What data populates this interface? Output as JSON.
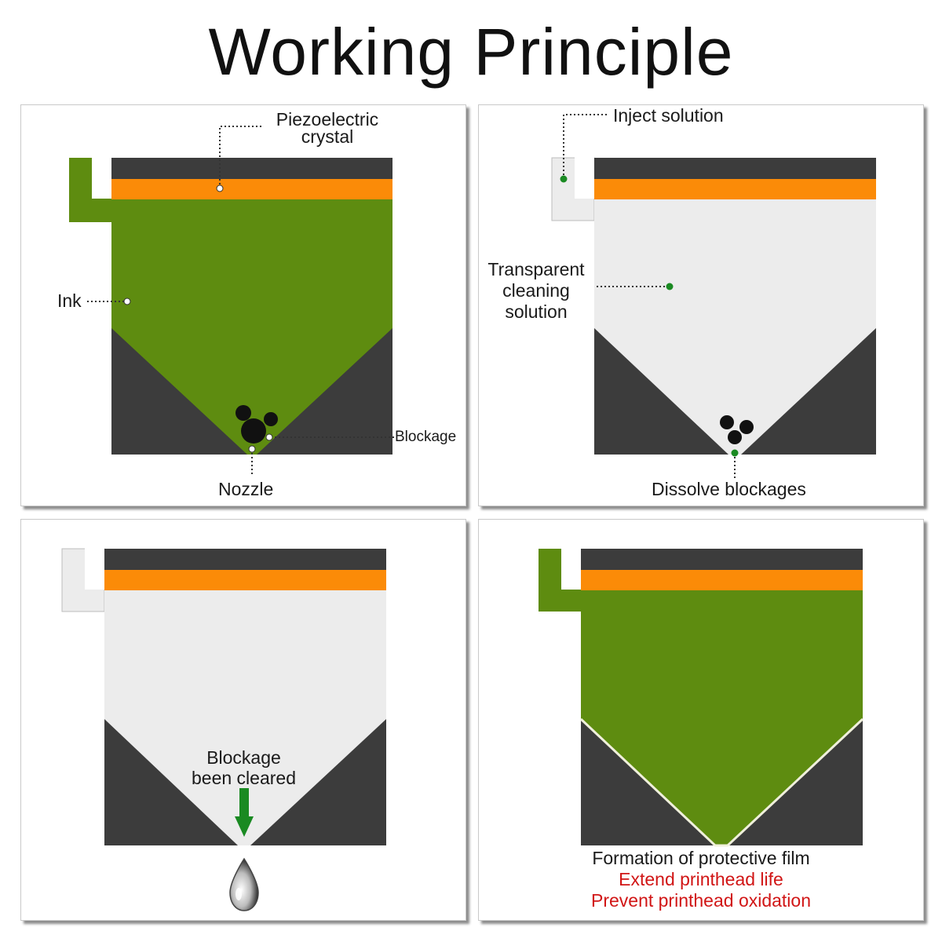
{
  "title": "Working Principle",
  "colors": {
    "ink_green": "#5e8c10",
    "crystal_orange": "#fb8b08",
    "housing_dark": "#3c3c3c",
    "solution_light": "#ececec",
    "arrow_green": "#1a8a22",
    "highlight_red": "#d11515"
  },
  "panels": [
    {
      "labels": {
        "piezo_line1": "Piezoelectric",
        "piezo_line2": "crystal",
        "ink": "Ink",
        "blockage": "Blockage",
        "nozzle": "Nozzle"
      }
    },
    {
      "labels": {
        "inject": "Inject solution",
        "transparent_line1": "Transparent",
        "transparent_line2": "cleaning",
        "transparent_line3": "solution",
        "dissolve": "Dissolve blockages"
      }
    },
    {
      "labels": {
        "cleared_line1": "Blockage",
        "cleared_line2": "been cleared"
      }
    },
    {
      "labels": {
        "film": "Formation of protective film",
        "extend": "Extend printhead life",
        "prevent": "Prevent printhead oxidation"
      }
    }
  ]
}
